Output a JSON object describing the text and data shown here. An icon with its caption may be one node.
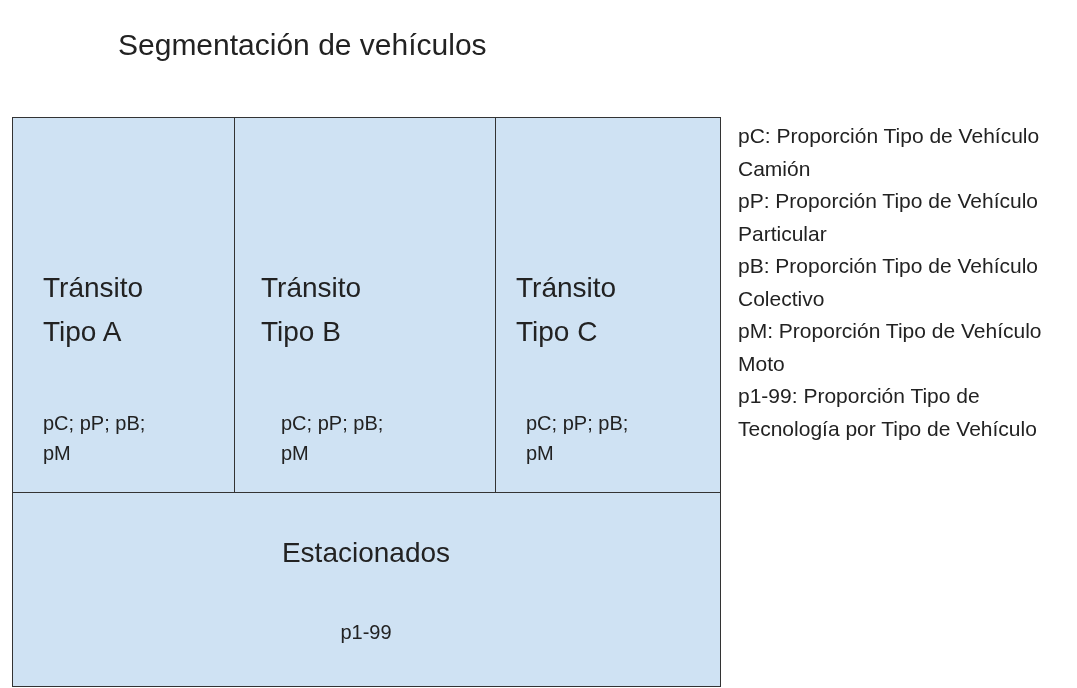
{
  "diagram": {
    "title": "Segmentación de vehículos",
    "nodes": [
      {
        "text": [
          "Tránsito Tipo A",
          "pC; pP; pB; pM"
        ]
      },
      {
        "text": [
          "Tránsito Tipo B",
          "pC; pP; pB; pM"
        ]
      },
      {
        "text": [
          "Tránsito Tipo C",
          "pC; pP; pB; pM"
        ]
      },
      {
        "text": [
          "Estacionados",
          "p1-99"
        ]
      }
    ],
    "labels": [
      "pC: Proporción Tipo de Vehículo Camión",
      "pP: Proporción Tipo de Vehículo Particular",
      "pB: Proporción Tipo de Vehículo Colectivo",
      "pM: Proporción Tipo de Vehículo Moto",
      "p1-99: Proporción Tipo de Tecnología por Tipo de Vehículo"
    ]
  }
}
